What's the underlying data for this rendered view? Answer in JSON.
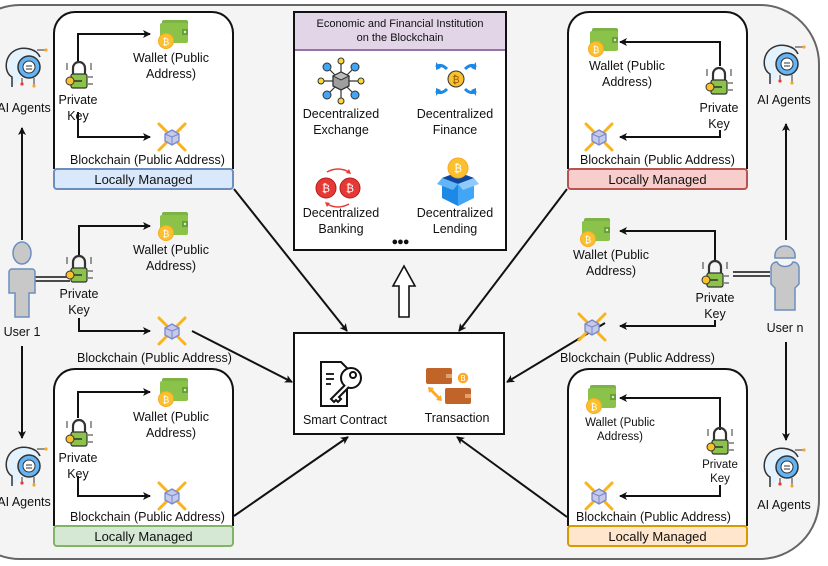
{
  "diagram": {
    "institution": {
      "title": "Economic and Financial Institution on the Blockchain",
      "items": [
        {
          "label": "Decentralized Exchange",
          "icon": "network-cube-icon"
        },
        {
          "label": "Decentralized Finance",
          "icon": "bitcoin-distribution-icon"
        },
        {
          "label": "Decentralized Banking",
          "icon": "bitcoin-exchange-icon"
        },
        {
          "label": "Decentralized Lending",
          "icon": "bitcoin-box-icon"
        }
      ],
      "more": "●●●"
    },
    "core": {
      "smart_contract": "Smart Contract",
      "transaction": "Transaction"
    },
    "users": [
      {
        "label": "User 1"
      },
      {
        "label": "User n"
      }
    ],
    "ai_agents_label": "AI Agents",
    "nodes": {
      "private_key": "Private Key",
      "wallet": "Wallet (Public Address)",
      "blockchain": "Blockchain (Public Address)"
    },
    "panels": [
      {
        "id": "top-left",
        "label": "Locally Managed",
        "fill": "#dae8fc",
        "stroke": "#6c8ebf"
      },
      {
        "id": "top-right",
        "label": "Locally Managed",
        "fill": "#f8cecc",
        "stroke": "#b85450"
      },
      {
        "id": "bottom-left",
        "label": "Locally Managed",
        "fill": "#d5e8d4",
        "stroke": "#82b366"
      },
      {
        "id": "bottom-right",
        "label": "Locally Managed",
        "fill": "#ffe6cc",
        "stroke": "#d79b00"
      }
    ]
  }
}
